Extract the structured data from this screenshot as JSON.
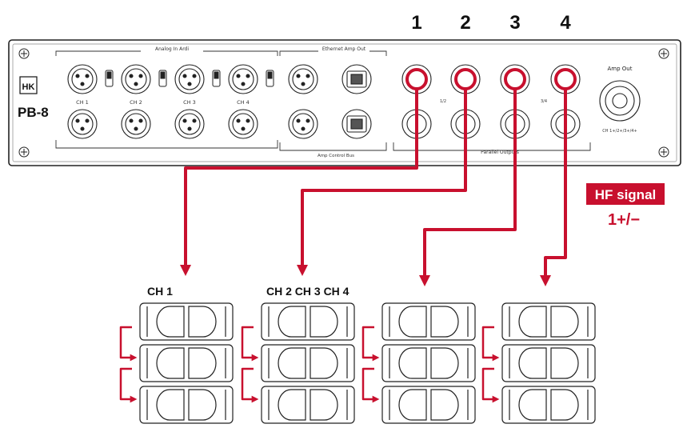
{
  "colors": {
    "accent": "#c8102e",
    "line": "#222222",
    "badge_bg": "#c8102e",
    "badge_text": "#ffffff"
  },
  "brand": {
    "logo_text": "HK",
    "model": "PB-8"
  },
  "panel": {
    "analog_in_label": "Analog In Ardi",
    "ethernet_label": "Ethernet Amp Out",
    "amp_control_label": "Amp Control Bus",
    "parallel_outputs_label": "Parallel Outputs",
    "amp_out_label": "Amp Out",
    "channel_labels": [
      "CH 1",
      "CH 2",
      "CH 3",
      "CH 4"
    ],
    "speakon_labels": [
      "1/2",
      "3/4"
    ],
    "right_caption": "CH 1+/2+/3+/4+"
  },
  "output_numbers": [
    "1",
    "2",
    "3",
    "4"
  ],
  "signal": {
    "badge": "HF signal",
    "polarity": "1+/−"
  },
  "speaker_labels": {
    "first": "CH 1",
    "middle": "CH 2 CH 3 CH 4"
  },
  "icons": [
    "mounting-screw-icon",
    "xlr-connector-icon",
    "ethernet-port-icon",
    "speakon-connector-icon",
    "ground-lift-switch-icon",
    "speaker-box-icon",
    "arrow-down-icon"
  ]
}
